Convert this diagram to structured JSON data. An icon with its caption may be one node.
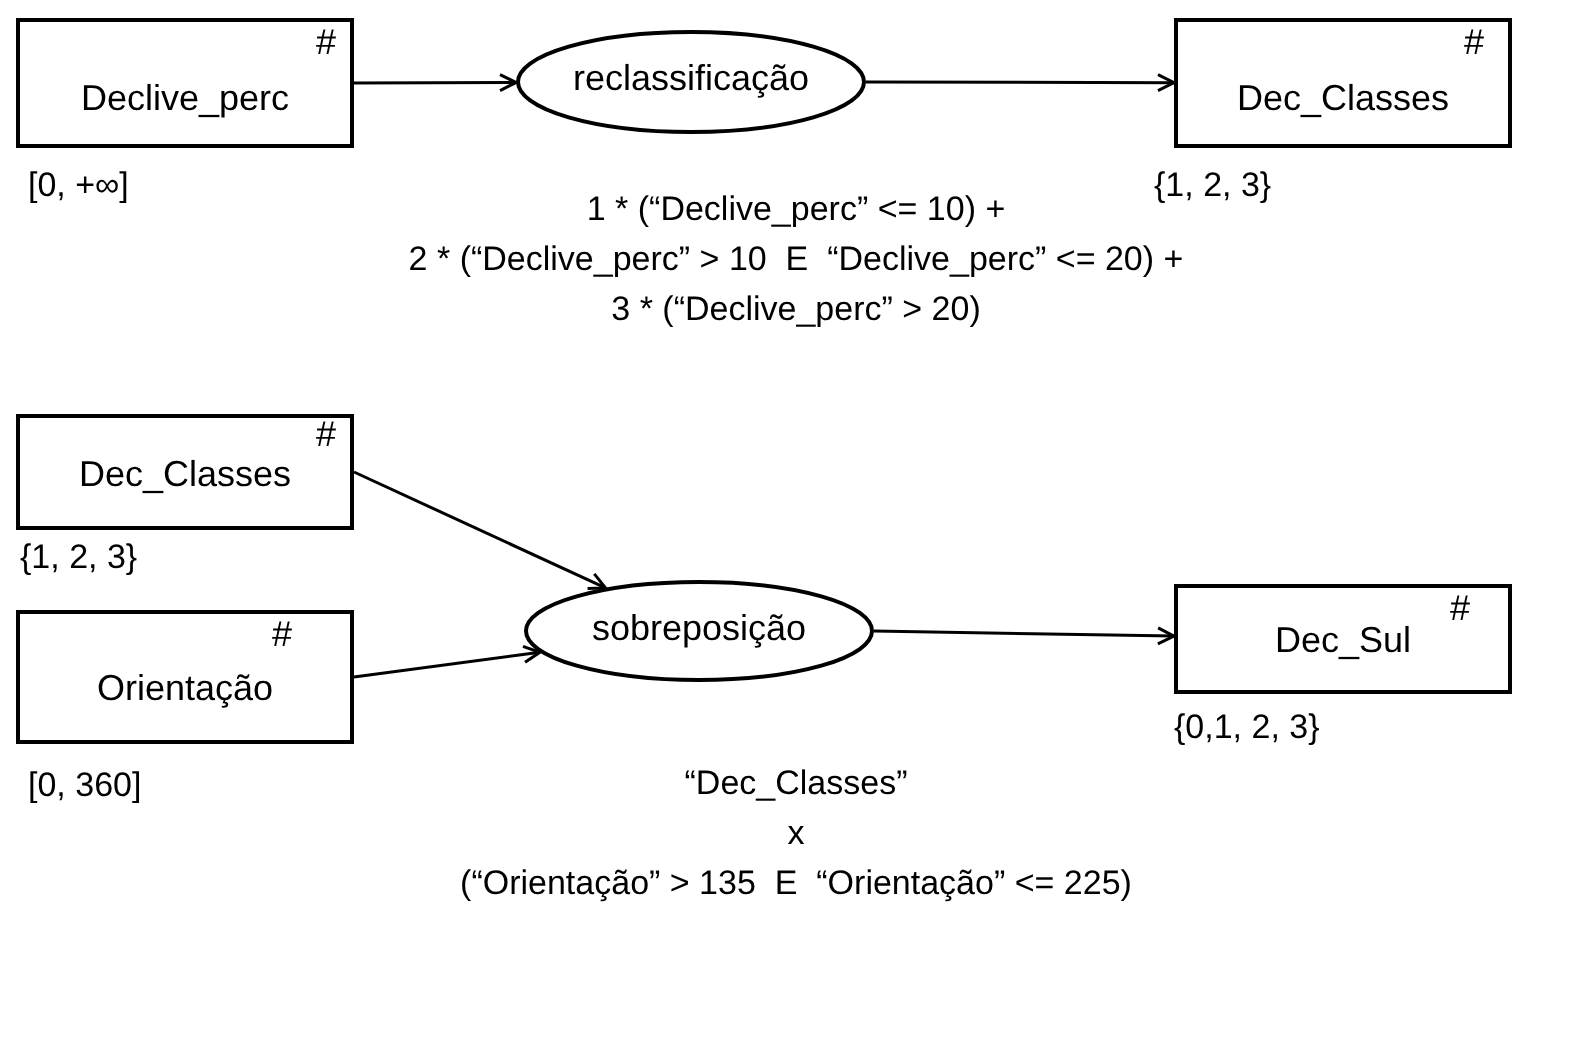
{
  "diagram": {
    "nodes": [
      {
        "text": [
          "Declive_perc",
          "#"
        ],
        "beside": [
          "[0, +∞]"
        ]
      },
      {
        "text": [
          "reclassificação"
        ]
      },
      {
        "text": [
          "Dec_Classes",
          "#"
        ],
        "beside": [
          "{1, 2, 3}"
        ]
      },
      {
        "text": [
          "Dec_Classes",
          "#"
        ],
        "beside": [
          "{1, 2, 3}"
        ]
      },
      {
        "text": [
          "Orientação",
          "#"
        ],
        "beside": [
          "[0, 360]"
        ]
      },
      {
        "text": [
          "sobreposição"
        ]
      },
      {
        "text": [
          "Dec_Sul",
          "#"
        ],
        "beside": [
          "{0,1, 2, 3}"
        ]
      }
    ],
    "edges": [
      {
        "from": 0,
        "to": 1,
        "arrow": "to"
      },
      {
        "from": 1,
        "to": 2,
        "arrow": "to"
      },
      {
        "from": 3,
        "to": 5,
        "arrow": "to"
      },
      {
        "from": 4,
        "to": 5,
        "arrow": "to"
      },
      {
        "from": 5,
        "to": 6,
        "arrow": "to"
      }
    ],
    "labels": [
      "1 * (“Declive_perc” <= 10) +",
      "2 * (“Declive_perc” > 10  E  “Declive_perc” <= 20) +",
      "3 * (“Declive_perc” > 20)",
      "“Dec_Classes”",
      "x",
      "(“Orientação” > 135  E  “Orientação” <= 225)"
    ]
  }
}
